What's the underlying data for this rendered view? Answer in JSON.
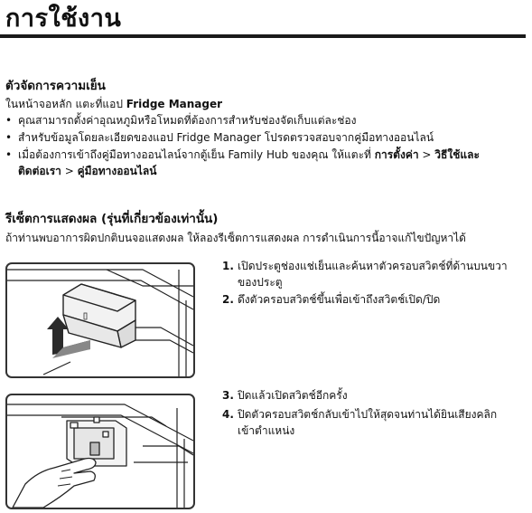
{
  "page_title": "การใช้งาน",
  "cooling": {
    "heading": "ตัวจัดการความเย็น",
    "intro_prefix": "ในหน้าจอหลัก แตะที่แอป ",
    "intro_app": "Fridge Manager",
    "bullets": [
      {
        "text": "คุณสามารถตั้งค่าอุณหภูมิหรือโหมดที่ต้องการสำหรับช่องจัดเก็บแต่ละช่อง"
      },
      {
        "text": "สำหรับข้อมูลโดยละเอียดของแอป Fridge Manager โปรดตรวจสอบจากคู่มือทางออนไลน์"
      },
      {
        "line1_prefix": "เมื่อต้องการเข้าถึงคู่มือทางออนไลน์จากตู้เย็น Family Hub ของคุณ ให้แตะที่ ",
        "settings": "การตั้งค่า",
        "sep1": " > ",
        "howto": "วิธีใช้และ",
        "contact": "ติดต่อเรา",
        "sep2": " > ",
        "online_manual": "คู่มือทางออนไลน์"
      }
    ]
  },
  "reset": {
    "heading": "รีเซ็ตการแสดงผล (รุ่นที่เกี่ยวข้องเท่านั้น)",
    "intro": "ถ้าท่านพบอาการผิดปกติบนจอแสดงผล ให้ลองรีเซ็ตการแสดงผล การดำเนินการนี้อาจแก้ไขปัญหาได้",
    "steps": [
      {
        "num": "1.",
        "line1": "เปิดประตูช่องแช่เย็นและค้นหาตัวครอบสวิตช์ที่ด้านบนขวา",
        "line2": "ของประตู"
      },
      {
        "num": "2.",
        "line1": "ดึงตัวครอบสวิตช์ขึ้นเพื่อเข้าถึงสวิตช์เปิด/ปิด"
      },
      {
        "num": "3.",
        "line1": "ปิดแล้วเปิดสวิตช์อีกครั้ง"
      },
      {
        "num": "4.",
        "line1": "ปิดตัวครอบสวิตช์กลับเข้าไปให้สุดจนท่านได้ยินเสียงคลิก",
        "line2": "เข้าตำแหน่ง"
      }
    ]
  }
}
